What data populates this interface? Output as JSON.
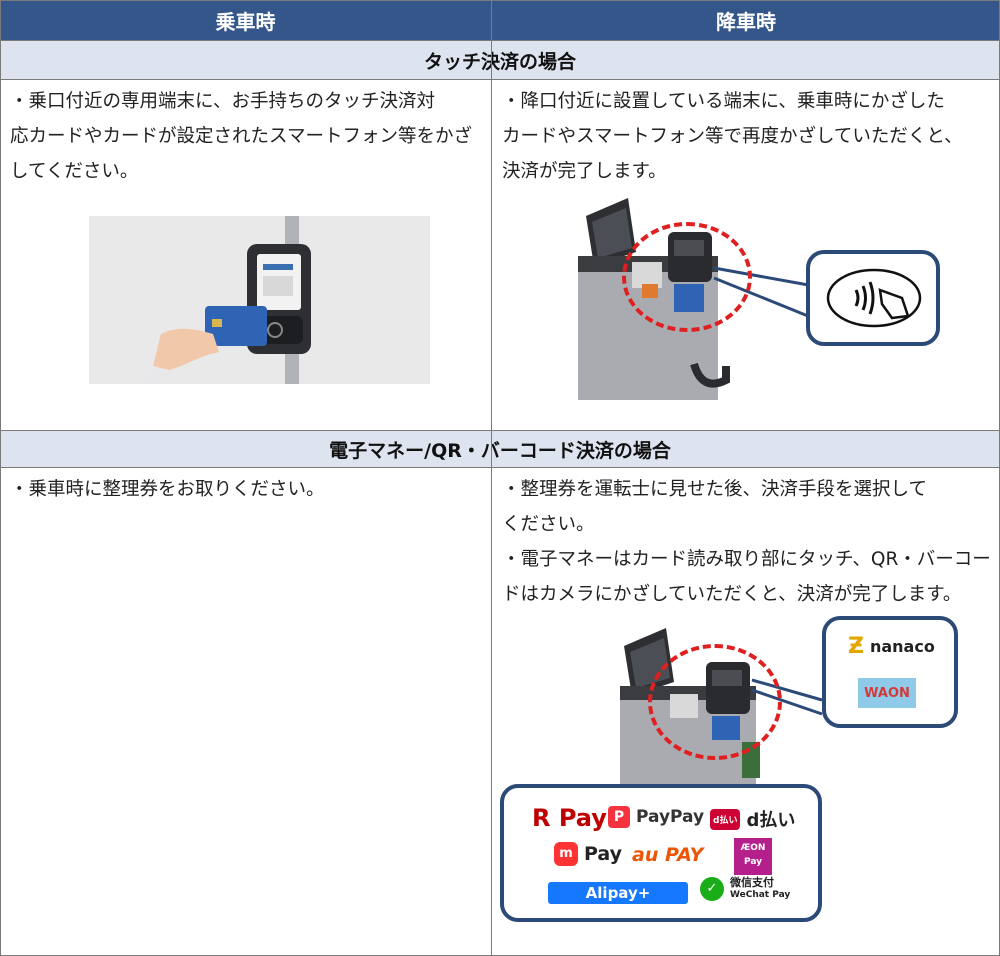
{
  "header": {
    "boarding": "乗車時",
    "alighting": "降車時"
  },
  "section_touch": {
    "title": "タッチ決済の場合",
    "boarding_lines": [
      "・乗口付近の専用端末に、お手持ちのタッチ決済対",
      "応カードやカードが設定されたスマートフォン等をかざ",
      "してください。"
    ],
    "alighting_lines": [
      "・降口付近に設置している端末に、乗車時にかざした",
      "カードやスマートフォン等で再度かざしていただくと、",
      "決済が完了します。"
    ]
  },
  "section_qr": {
    "title": "電子マネー/QR・バーコード決済の場合",
    "boarding_lines": [
      "・乗車時に整理券をお取りください。"
    ],
    "alighting_lines": [
      "・整理券を運転士に見せた後、決済手段を選択して",
      "ください。",
      "・電子マネーはカード読み取り部にタッチ、QR・バーコー",
      "ドはカメラにかざしていただくと、決済が完了します。"
    ]
  },
  "emoney_logos": {
    "nanaco": "nanaco",
    "waon": "WAON"
  },
  "qr_logos": {
    "rpay": "R Pay",
    "paypay": "PayPay",
    "dpay": "d払い",
    "dpay_badge": "d払い",
    "merpay": "Pay",
    "aupay": "au PAY",
    "aeonpay_top": "ÆON",
    "aeonpay_bottom": "Pay",
    "alipay": "Alipay+",
    "wechat_top": "微信支付",
    "wechat_bottom": "WeChat Pay"
  },
  "colors": {
    "header_bg": "#34568b",
    "section_bg": "#dde3ef",
    "bubble_border": "#2c4a78",
    "dash_red": "#e02020"
  }
}
